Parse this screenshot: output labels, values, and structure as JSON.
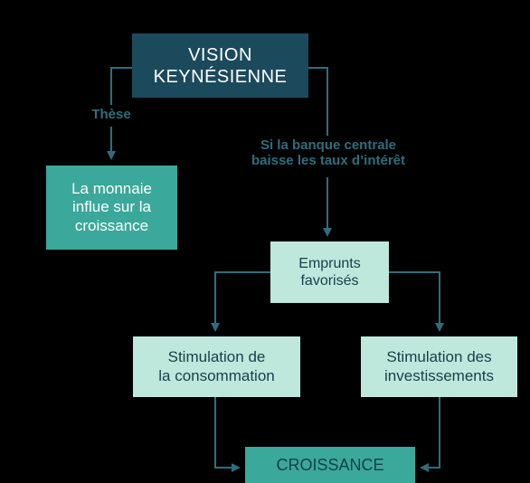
{
  "diagram": {
    "nodes": {
      "vision": "VISION\nKEYNÉSIENNE",
      "monnaie": "La monnaie\ninflue sur la\ncroissance",
      "emprunts": "Emprunts\nfavorisés",
      "consommation": "Stimulation de\nla consommation",
      "investissements": "Stimulation des\ninvestissements",
      "croissance": "CROISSANCE"
    },
    "edge_labels": {
      "these": "Thèse",
      "banque": "Si la banque centrale\nbaisse les taux d’intérêt"
    },
    "colors": {
      "background": "#000000",
      "dark_node": "#1a4a5c",
      "teal_node": "#3aa89a",
      "light_node": "#bfe8dc",
      "connector": "#2e6d7e"
    }
  }
}
